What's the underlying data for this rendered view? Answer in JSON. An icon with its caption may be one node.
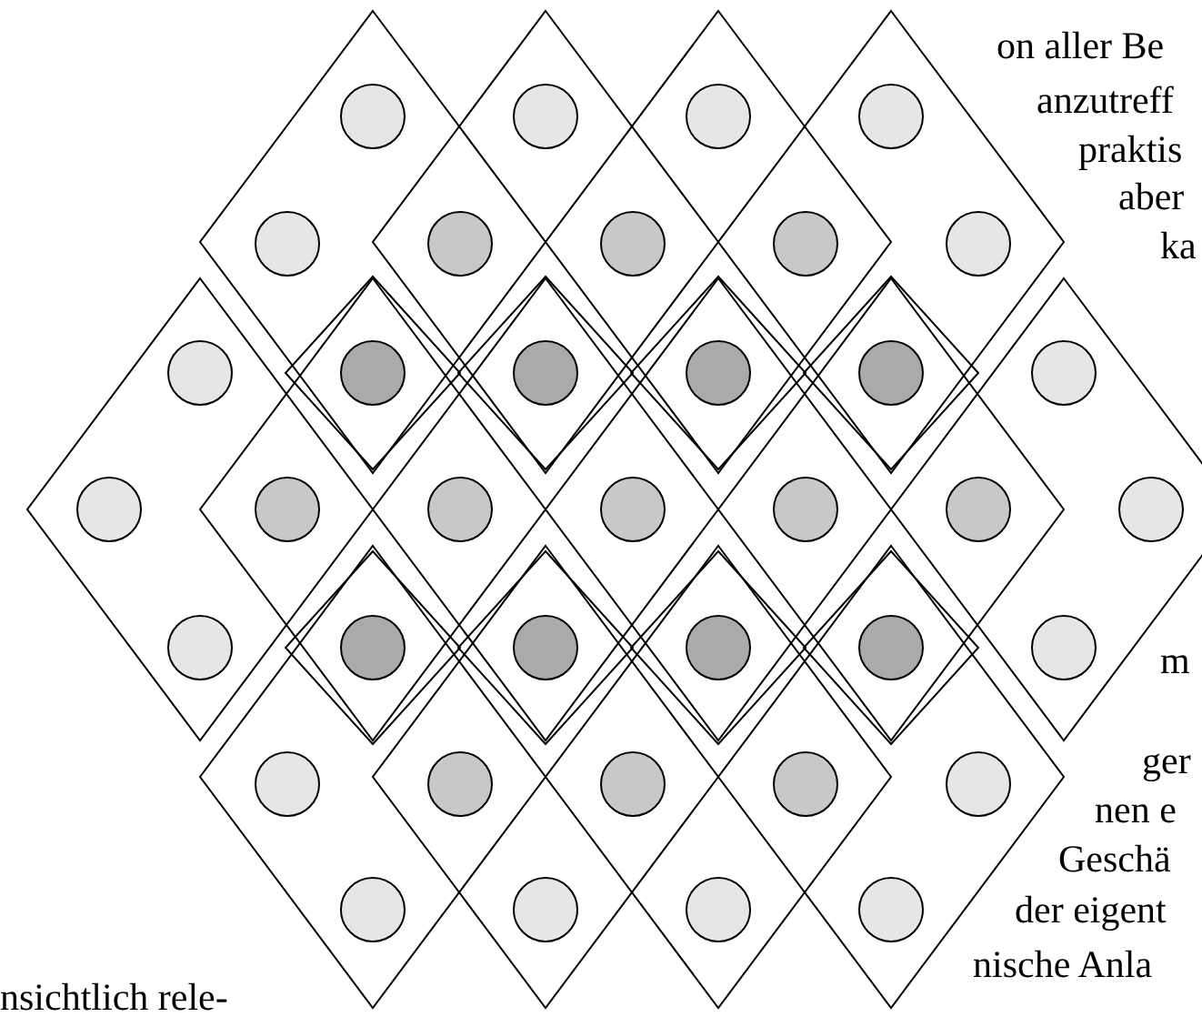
{
  "diagram": {
    "labels": [
      "on aller Be",
      "anzutreff",
      "praktis",
      "aber",
      "ka",
      "m",
      "ger",
      "nen e",
      "Geschä",
      "der eigent",
      "nische Anla",
      "nsichtlich rele-"
    ]
  }
}
